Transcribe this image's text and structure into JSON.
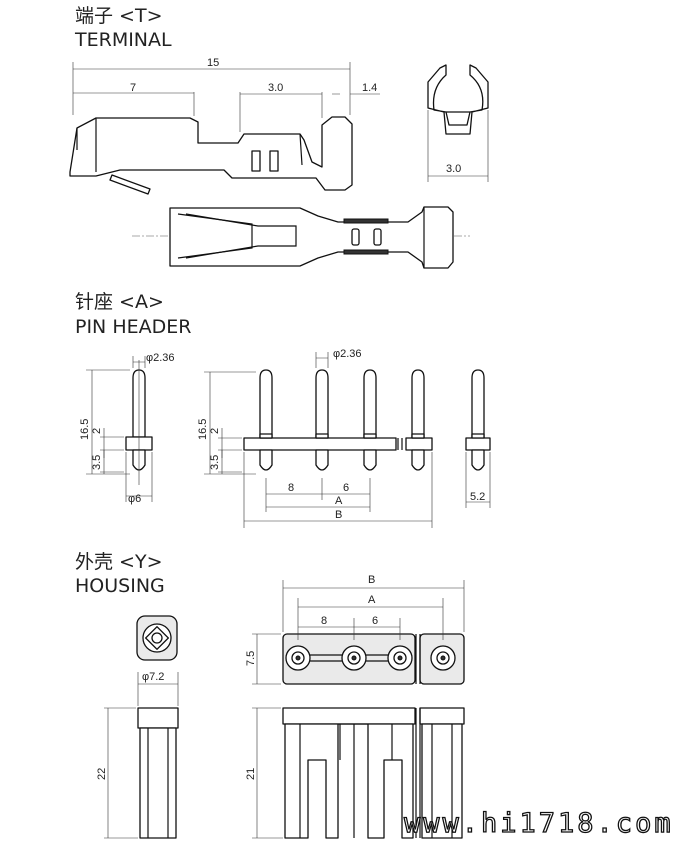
{
  "sections": {
    "terminal": {
      "title_cn": "端子 <T>",
      "title_en": "TERMINAL"
    },
    "pin_header": {
      "title_cn": "针座 <A>",
      "title_en": "PIN HEADER"
    },
    "housing": {
      "title_cn": "外壳 <Y>",
      "title_en": "HOUSING"
    }
  },
  "dimensions": {
    "terminal": {
      "total_length": "15",
      "front_length": "7",
      "mid_length": "3.0",
      "tip_length": "1.4",
      "width": "3.0"
    },
    "pin_header": {
      "pin_diameter": "φ2.36",
      "pin_diameter_multi": "φ2.36",
      "height_single": "16.5",
      "height_multi": "16.5",
      "shoulder_single": "2",
      "shoulder_multi": "2",
      "base_single": "3.5",
      "base_multi": "3.5",
      "collar_diameter": "φ6",
      "first_pitch": "8",
      "pitch": "6",
      "span_a": "A",
      "span_b": "B",
      "side_width": "5.2"
    },
    "housing": {
      "span_b": "B",
      "span_a": "A",
      "first_pitch": "8",
      "pitch": "6",
      "depth": "7.5",
      "diameter": "φ7.2",
      "height_single": "22",
      "height_multi": "21"
    }
  },
  "watermark": "www.hi1718.com"
}
